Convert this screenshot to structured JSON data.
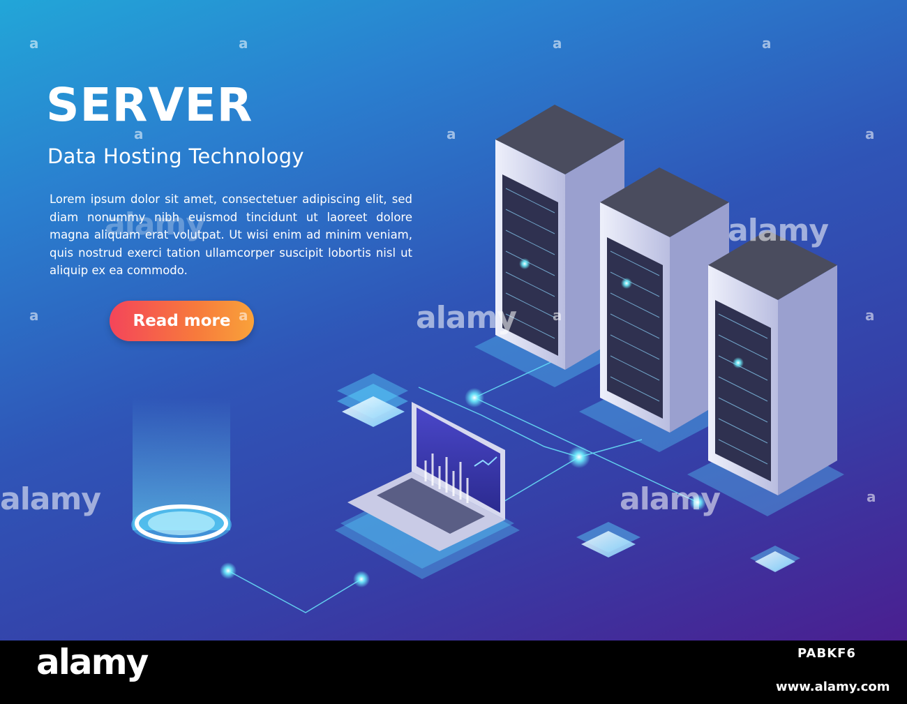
{
  "hero": {
    "title": "SERVER",
    "subtitle": "Data Hosting Technology",
    "body": "Lorem ipsum dolor sit amet, consectetuer adipiscing elit, sed diam nonummy nibh euismod tincidunt ut laoreet dolore magna aliquam erat volutpat. Ut wisi enim ad minim veniam, quis nostrud exerci tation ullamcorper suscipit lobortis nisl ut aliquip ex ea commodo.",
    "cta_label": "Read more"
  },
  "colors": {
    "bg_top": "#22a6d8",
    "bg_bottom": "#4a1f90",
    "cta_start": "#f4455a",
    "cta_end": "#f9a23a",
    "glow": "#6ef0ff"
  },
  "watermark": {
    "word": "alamy",
    "letter": "a"
  },
  "footer": {
    "logo": "alamy",
    "image_id": "PABKF6",
    "url": "www.alamy.com"
  },
  "icons": [
    "server-rack-icon",
    "laptop-icon",
    "chip-icon",
    "hologram-pad-icon"
  ]
}
